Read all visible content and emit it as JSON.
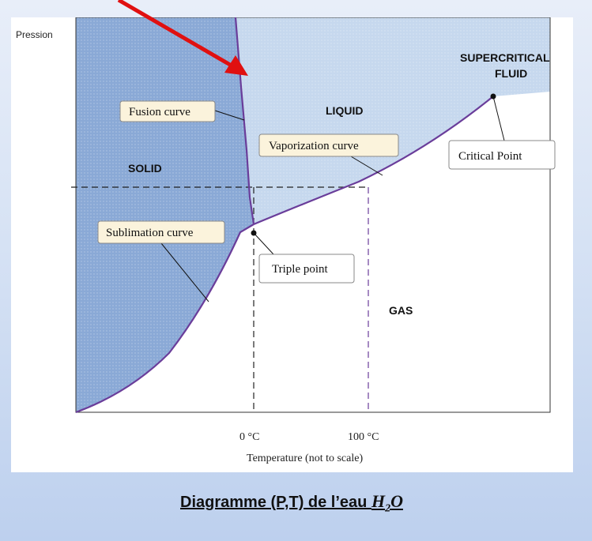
{
  "axis": {
    "y_label": "Pression",
    "x_label": "Temperature (not to scale)",
    "tick_0": "0 °C",
    "tick_100": "100 °C"
  },
  "regions": {
    "solid": "SOLID",
    "liquid": "LIQUID",
    "gas": "GAS",
    "supercritical_line1": "SUPERCRITICAL",
    "supercritical_line2": "FLUID"
  },
  "callouts": {
    "fusion": "Fusion curve",
    "vaporization": "Vaporization curve",
    "sublimation": "Sublimation curve",
    "triple": "Triple point",
    "critical": "Critical Point"
  },
  "caption": {
    "text": "Diagramme (P,T) de l’eau ",
    "formula_base": "H",
    "formula_sub": "2",
    "formula_tail": "O"
  },
  "colors": {
    "solid_fill": "#8aa9d6",
    "liquid_fill": "#c6d8ee",
    "curve": "#6a3d9a",
    "arrow": "#e01010"
  }
}
